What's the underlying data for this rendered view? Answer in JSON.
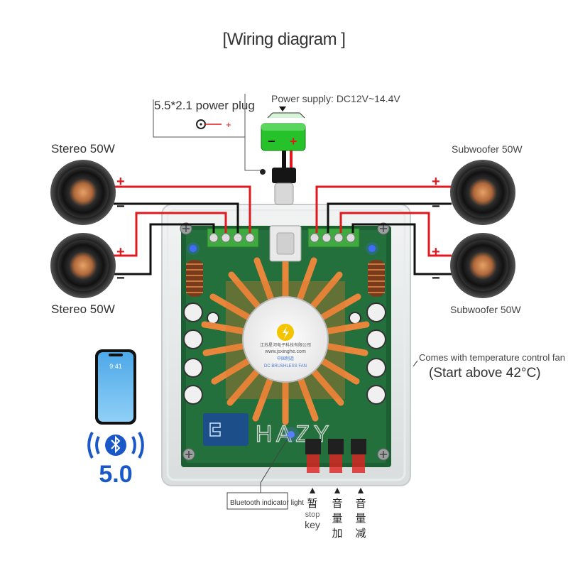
{
  "title": "[Wiring diagram ]",
  "power_plug": {
    "label": "5.5*2.1 power plug",
    "plus": "+"
  },
  "power_supply": {
    "label": "Power supply: DC12V~14.4V",
    "minus": "−",
    "plus": "+"
  },
  "speakers": {
    "top_left": "Stereo 50W",
    "bottom_left": "Stereo 50W",
    "top_right": "Subwoofer 50W",
    "bottom_right": "Subwoofer 50W"
  },
  "polarity": {
    "plus": "+",
    "minus": "−"
  },
  "fan_note": {
    "line1": "Comes with temperature control fan",
    "line2": "(Start above 42°C)"
  },
  "fan_label": {
    "company": "江苏星河电子科技有限公司",
    "url": "www.jsxinghe.com",
    "brand": "中国制造",
    "type": "DC BRUSHLESS FAN"
  },
  "phone": {
    "time": "9:41"
  },
  "bluetooth": {
    "version": "5.0"
  },
  "bt_light": {
    "label": "Bluetooth indicator light"
  },
  "board_text": "HAZY",
  "buttons": [
    {
      "arrow": "▲",
      "cn1": "暂",
      "en1": "stop",
      "cn2": "",
      "en2": "key"
    },
    {
      "arrow": "▲",
      "cn1": "音",
      "en1": "",
      "cn2": "量",
      "en2": "加"
    },
    {
      "arrow": "▲",
      "cn1": "音",
      "en1": "",
      "cn2": "量",
      "en2": "减"
    }
  ],
  "colors": {
    "red_wire": "#e0191f",
    "black_wire": "#111111",
    "terminal": "#3faa3f",
    "fin": "#e8873c",
    "board": "#1c5f33"
  }
}
